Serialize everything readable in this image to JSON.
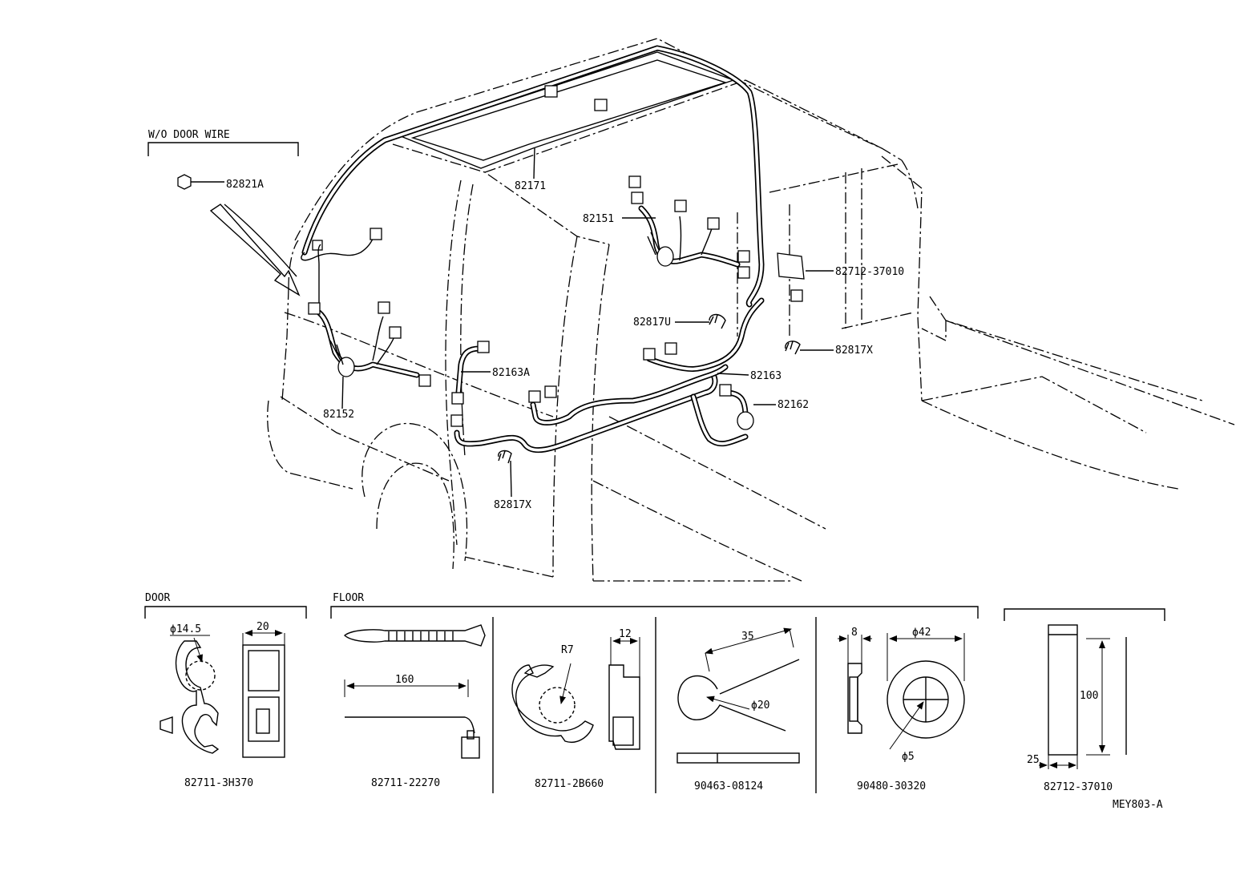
{
  "diagram": {
    "inset_title": "W/O DOOR WIRE",
    "callouts": {
      "p82821A": "82821A",
      "p82171": "82171",
      "p82151": "82151",
      "p82712_37010": "82712-37010",
      "p82817U": "82817U",
      "p82817X_right": "82817X",
      "p82163": "82163",
      "p82163A": "82163A",
      "p82162": "82162",
      "p82152": "82152",
      "p82817X_bottom": "82817X"
    },
    "sections": {
      "door": "DOOR",
      "floor": "FLOOR"
    },
    "details": {
      "d1_part": "82711-3H370",
      "d1_dim_dia": "ϕ14.5",
      "d1_dim_w": "20",
      "d2_part": "82711-22270",
      "d2_dim_len": "160",
      "d3_part": "82711-2B660",
      "d3_dim_r": "R7",
      "d3_dim_w": "12",
      "d4_part": "90463-08124",
      "d4_dim_len": "35",
      "d4_dim_dia": "ϕ20",
      "d5_part": "90480-30320",
      "d5_dim_t": "8",
      "d5_dim_od": "ϕ42",
      "d5_dim_id": "ϕ5",
      "d6_part": "82712-37010",
      "d6_dim_h": "100",
      "d6_dim_w": "25"
    },
    "drawing_code": "MEY803-A"
  }
}
